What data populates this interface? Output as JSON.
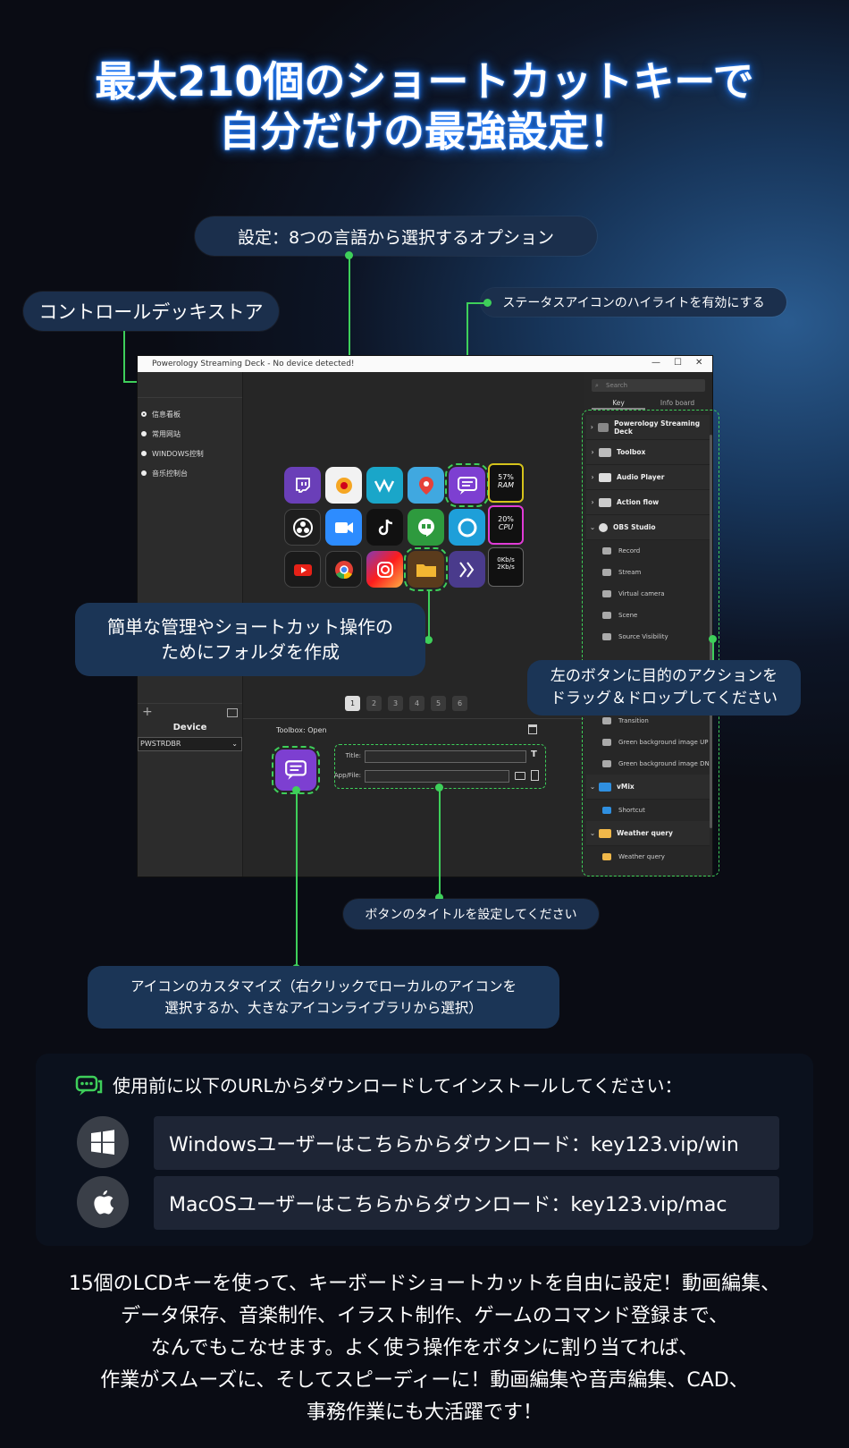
{
  "headline": {
    "line1": "最大210個のショートカットキーで",
    "line2": "自分だけの最強設定！"
  },
  "callouts": {
    "settings": "設定：8つの言語から選択するオプション",
    "store": "コントロールデッキストア",
    "status": "ステータスアイコンのハイライトを有効にする",
    "folder_line1": "簡単な管理やショートカット操作の",
    "folder_line2": "ためにフォルダを作成",
    "drag_line1": "左のボタンに目的のアクションを",
    "drag_line2": "ドラッグ＆ドロップしてください",
    "title_set": "ボタンのタイトルを設定してください",
    "icon_line1": "アイコンのカスタマイズ（右クリックでローカルのアイコンを",
    "icon_line2": "選択するか、大きなアイコンライブラリから選択）"
  },
  "app": {
    "window_title": "Powerology Streaming Deck - No device detected!",
    "search_placeholder": "Search",
    "tabs": [
      "Key",
      "Info board"
    ],
    "nav": [
      "信息看板",
      "常用网站",
      "WINDOWS控制",
      "音乐控制台"
    ],
    "device_label": "Device",
    "device_value": "PWSTRDBR",
    "pages": [
      "1",
      "2",
      "3",
      "4",
      "5",
      "6"
    ],
    "toolbox_label": "Toolbox: Open",
    "title_label": "Title:",
    "appfile_label": "App/File:",
    "monitor": {
      "ram_percent": "57%",
      "ram_label": "RAM",
      "cpu_percent": "20%",
      "cpu_label": "CPU",
      "net_up": "0Kb/s",
      "net_down": "2Kb/s"
    },
    "categories_top": [
      {
        "label": "Powerology Streaming Deck",
        "icon": "deck-icon"
      },
      {
        "label": "Toolbox",
        "icon": "toolbox-icon"
      },
      {
        "label": "Audio Player",
        "icon": "speaker-icon"
      },
      {
        "label": "Action flow",
        "icon": "flow-icon"
      },
      {
        "label": "OBS Studio",
        "icon": "obs-icon"
      }
    ],
    "obs_items": [
      "Record",
      "Stream",
      "Virtual camera",
      "Scene",
      "Source Visibility"
    ],
    "obs_items_lower": [
      "Transition",
      "Green background image UP",
      "Green background image DN"
    ],
    "vmix": {
      "label": "vMix",
      "items": [
        "Shortcut"
      ]
    },
    "weather": {
      "label": "Weather query",
      "items": [
        "Weather query"
      ]
    },
    "colors": {
      "accent_green": "#3ecf5a",
      "callout_bg": "#1b3556"
    }
  },
  "install": {
    "heading": "使用前に以下のURLからダウンロードしてインストールしてください：",
    "windows": "Windowsユーザーはこちらからダウンロード：key123.vip/win",
    "mac": "MacOSユーザーはこちらからダウンロード：key123.vip/mac"
  },
  "description": [
    "15個のLCDキーを使って、キーボードショートカットを自由に設定！動画編集、",
    "データ保存、音楽制作、イラスト制作、ゲームのコマンド登録まで、",
    "なんでもこなせます。よく使う操作をボタンに割り当てれば、",
    "作業がスムーズに、そしてスピーディーに！動画編集や音声編集、CAD、",
    "事務作業にも大活躍です！"
  ]
}
